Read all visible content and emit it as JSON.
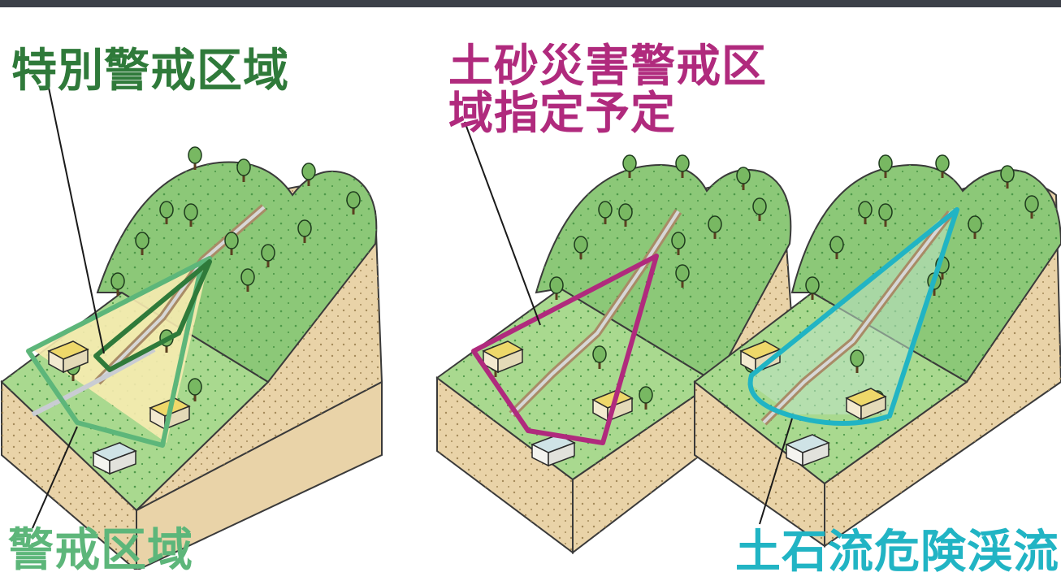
{
  "labels": {
    "special_warning_zone": "特別警戒区域",
    "warning_zone": "警戒区域",
    "planned_designation_line1": "土砂災害警戒区",
    "planned_designation_line2": "域指定予定",
    "debris_flow_stream": "土石流危険渓流"
  },
  "colors": {
    "special_warning_zone": "#2f7a3a",
    "warning_zone": "#5db67a",
    "planned_designation": "#b02a7d",
    "debris_flow_stream": "#21b4c4",
    "hill": "#8cc878",
    "ground": "#e9d3a8",
    "top_bar": "#3c4048"
  },
  "icons": [
    "tree-icon",
    "house-icon",
    "leader-line"
  ]
}
